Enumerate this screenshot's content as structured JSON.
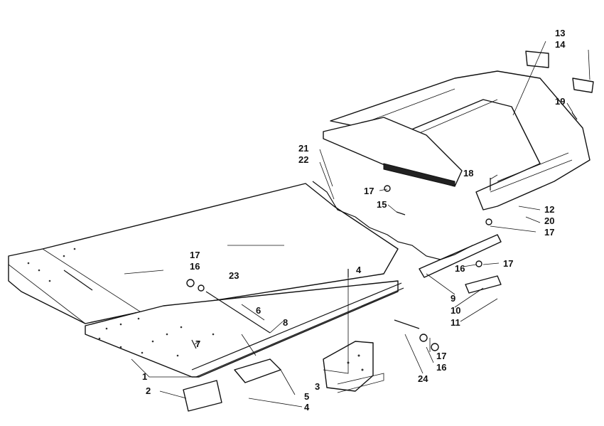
{
  "diagram": {
    "callouts": [
      {
        "id": "c13",
        "text": "13"
      },
      {
        "id": "c14",
        "text": "14"
      },
      {
        "id": "c19",
        "text": "19"
      },
      {
        "id": "c21",
        "text": "21"
      },
      {
        "id": "c22",
        "text": "22"
      },
      {
        "id": "c18",
        "text": "18"
      },
      {
        "id": "c17a",
        "text": "17"
      },
      {
        "id": "c15",
        "text": "15"
      },
      {
        "id": "c12",
        "text": "12"
      },
      {
        "id": "c20",
        "text": "20"
      },
      {
        "id": "c17b",
        "text": "17"
      },
      {
        "id": "c17c",
        "text": "17"
      },
      {
        "id": "c16a",
        "text": "16"
      },
      {
        "id": "c17d",
        "text": "17"
      },
      {
        "id": "c16b",
        "text": "16"
      },
      {
        "id": "c23",
        "text": "23"
      },
      {
        "id": "c4a",
        "text": "4"
      },
      {
        "id": "c9",
        "text": "9"
      },
      {
        "id": "c10",
        "text": "10"
      },
      {
        "id": "c11",
        "text": "11"
      },
      {
        "id": "c6",
        "text": "6"
      },
      {
        "id": "c8",
        "text": "8"
      },
      {
        "id": "c7",
        "text": "7"
      },
      {
        "id": "c17e",
        "text": "17"
      },
      {
        "id": "c16c",
        "text": "16"
      },
      {
        "id": "c24",
        "text": "24"
      },
      {
        "id": "c1",
        "text": "1"
      },
      {
        "id": "c3",
        "text": "3"
      },
      {
        "id": "c5",
        "text": "5"
      },
      {
        "id": "c2",
        "text": "2"
      },
      {
        "id": "c4b",
        "text": "4"
      }
    ]
  }
}
